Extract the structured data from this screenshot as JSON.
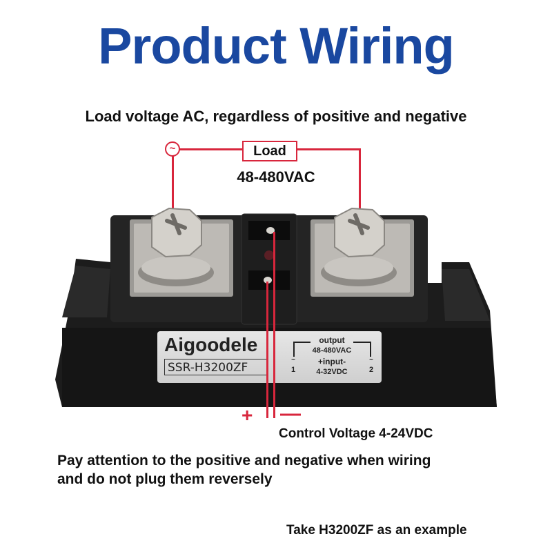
{
  "title": "Product Wiring",
  "subtitle": "Load voltage AC, regardless of positive and negative",
  "load": {
    "label": "Load",
    "voltage": "48-480VAC",
    "ac_symbol": "~"
  },
  "device": {
    "brand": "Aigoodele",
    "model": "SSR-H3200ZF",
    "spec_output_label": "output",
    "spec_output_value": "48-480VAC",
    "spec_input_label": "+input-",
    "spec_input_value": "4-32VDC",
    "terminal_1": "1",
    "terminal_2": "2",
    "terminal_symbol": "~"
  },
  "control": {
    "plus": "+",
    "minus": "—",
    "label": "Control Voltage 4-24VDC"
  },
  "warning": {
    "line1": "Pay attention to the positive and negative when wiring",
    "line2": "and do not plug them reversely"
  },
  "footer": "Take H3200ZF as an example",
  "colors": {
    "title_blue": "#1a48a0",
    "wire_red": "#d8263c",
    "device_black": "#1b1b1b",
    "text": "#111111"
  }
}
